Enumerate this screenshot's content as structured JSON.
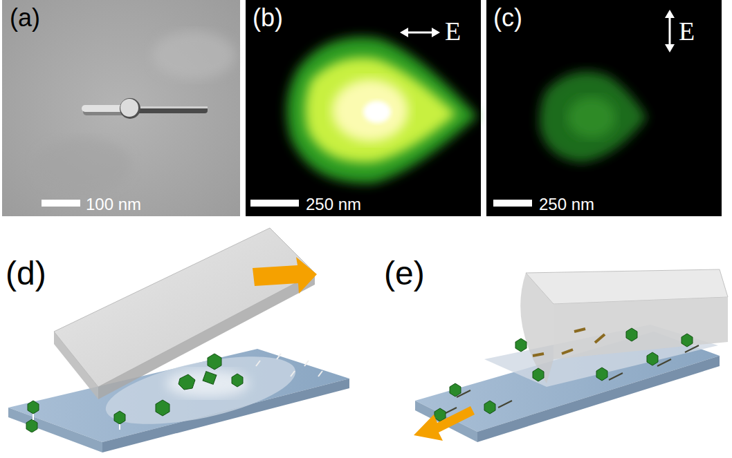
{
  "diagram": {
    "labels": [
      "(a)",
      "100 nm",
      "(b)",
      "E",
      "250 nm",
      "(c)",
      "E",
      "250 nm",
      "(d)",
      "(e)"
    ]
  }
}
